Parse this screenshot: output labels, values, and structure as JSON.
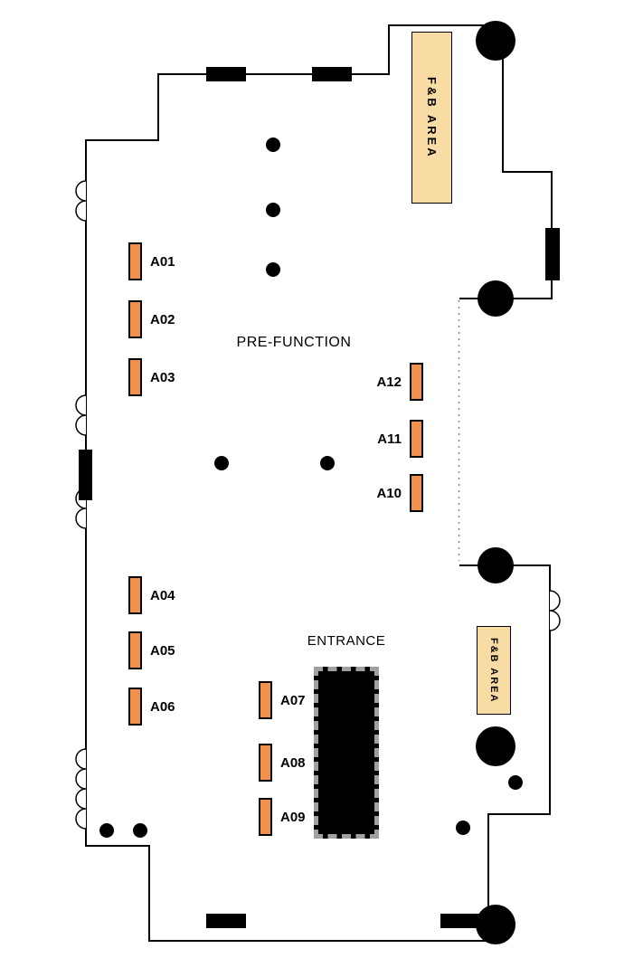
{
  "labels": {
    "pre_function": "PRE-FUNCTION",
    "entrance": "ENTRANCE"
  },
  "fnb": {
    "top": "F&B AREA",
    "bottom": "F&B AREA"
  },
  "booths": [
    "A01",
    "A02",
    "A03",
    "A04",
    "A05",
    "A06",
    "A07",
    "A08",
    "A09",
    "A10",
    "A11",
    "A12"
  ],
  "colors": {
    "booth_fill": "#F0914C",
    "fnb_fill": "#F8DCA4",
    "wall": "#000000",
    "stage_fill": "#000000",
    "background": "#FFFFFF"
  }
}
